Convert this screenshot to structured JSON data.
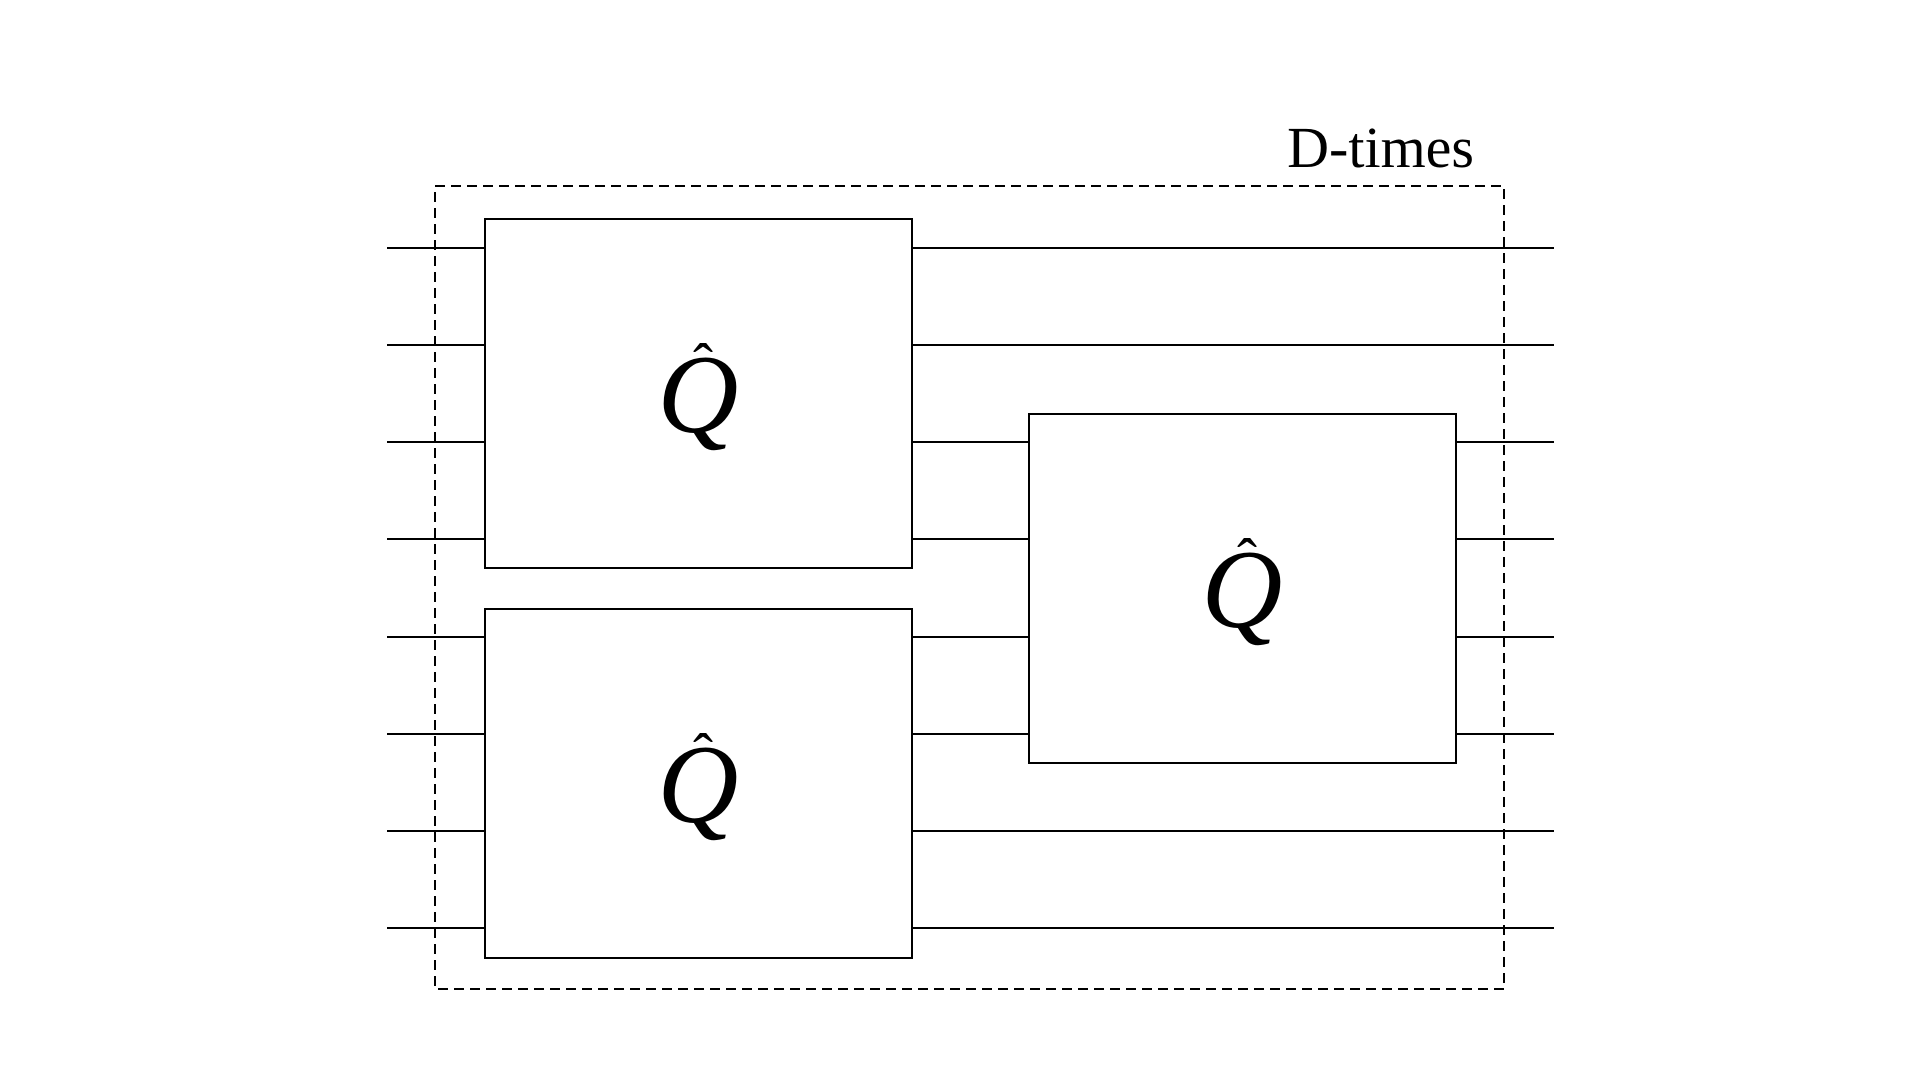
{
  "diagram": {
    "repeat_label": "D-times",
    "gate_symbol": "Q",
    "gate_hat": "ˆ",
    "wire_count": 8,
    "gates": [
      {
        "id": "gate-top-left",
        "first_wire": 1,
        "last_wire": 4
      },
      {
        "id": "gate-bottom-left",
        "first_wire": 5,
        "last_wire": 8
      },
      {
        "id": "gate-right",
        "first_wire": 3,
        "last_wire": 6
      }
    ]
  }
}
